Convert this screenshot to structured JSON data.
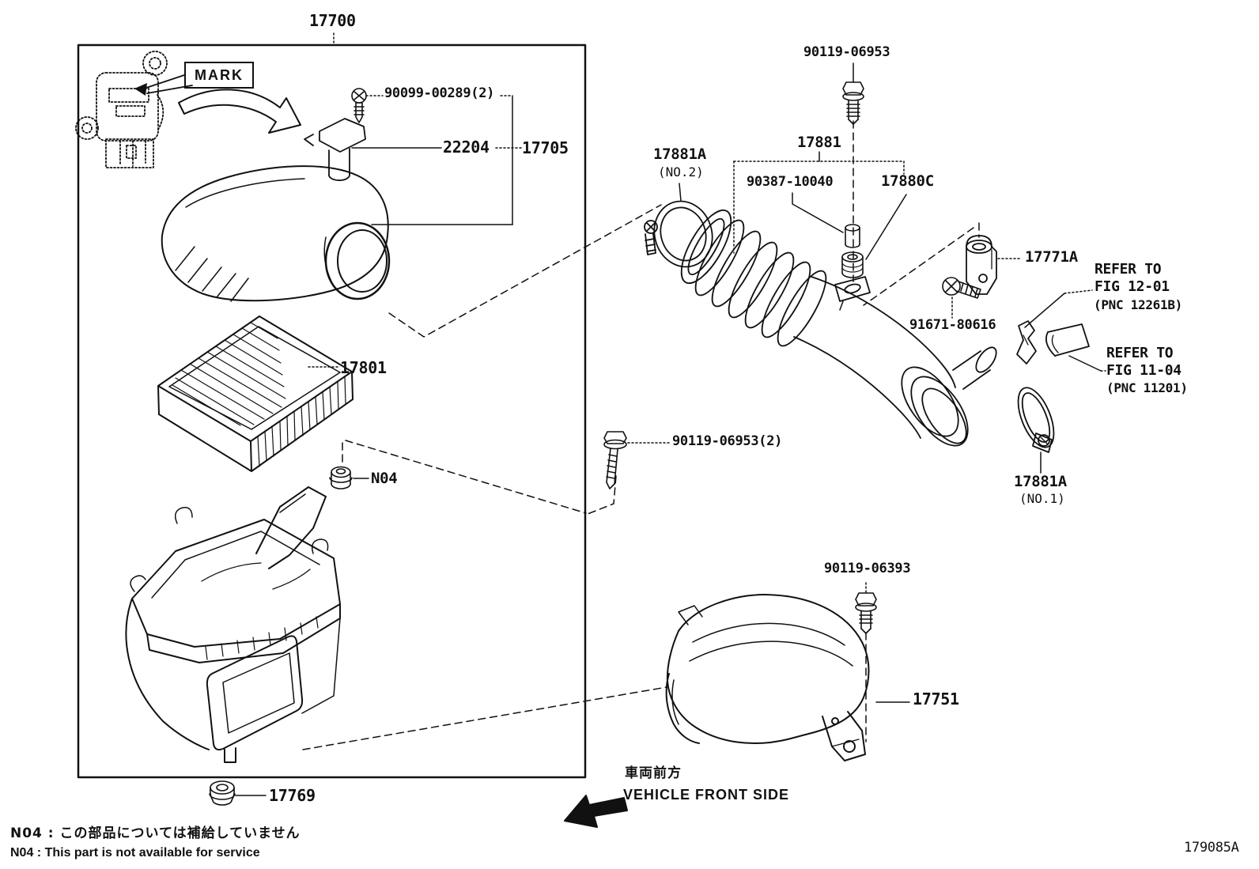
{
  "figure": {
    "page_code": "179085A",
    "frame_part": "17700",
    "mark_label": "MARK",
    "labels": {
      "p90099": "90099-00289(2)",
      "p22204": "22204",
      "p17705": "17705",
      "p17801": "17801",
      "n04": "N04",
      "p17769": "17769",
      "p90119_top": "90119-06953",
      "p17881": "17881",
      "p17881a_no2": "17881A",
      "p17881a_no2_sub": "(NO.2)",
      "p90387": "90387-10040",
      "p17880c": "17880C",
      "p17771a": "17771A",
      "p91671": "91671-80616",
      "p90119_mid": "90119-06953(2)",
      "p17881a_no1": "17881A",
      "p17881a_no1_sub": "(NO.1)",
      "p90119_duct": "90119-06393",
      "p17751": "17751"
    },
    "refer_fig_12_01": {
      "line1": "REFER TO",
      "line2": "FIG 12-01",
      "line3": "(PNC 12261B)"
    },
    "refer_fig_11_04": {
      "line1": "REFER TO",
      "line2": "FIG 11-04",
      "line3": "(PNC 11201)"
    },
    "front_marker": {
      "jp": "車両前方",
      "en": "VEHICLE FRONT SIDE"
    },
    "notes": {
      "jp": "N04 : この部品については補給していません",
      "en": "N04 : This part is not available for service"
    }
  }
}
